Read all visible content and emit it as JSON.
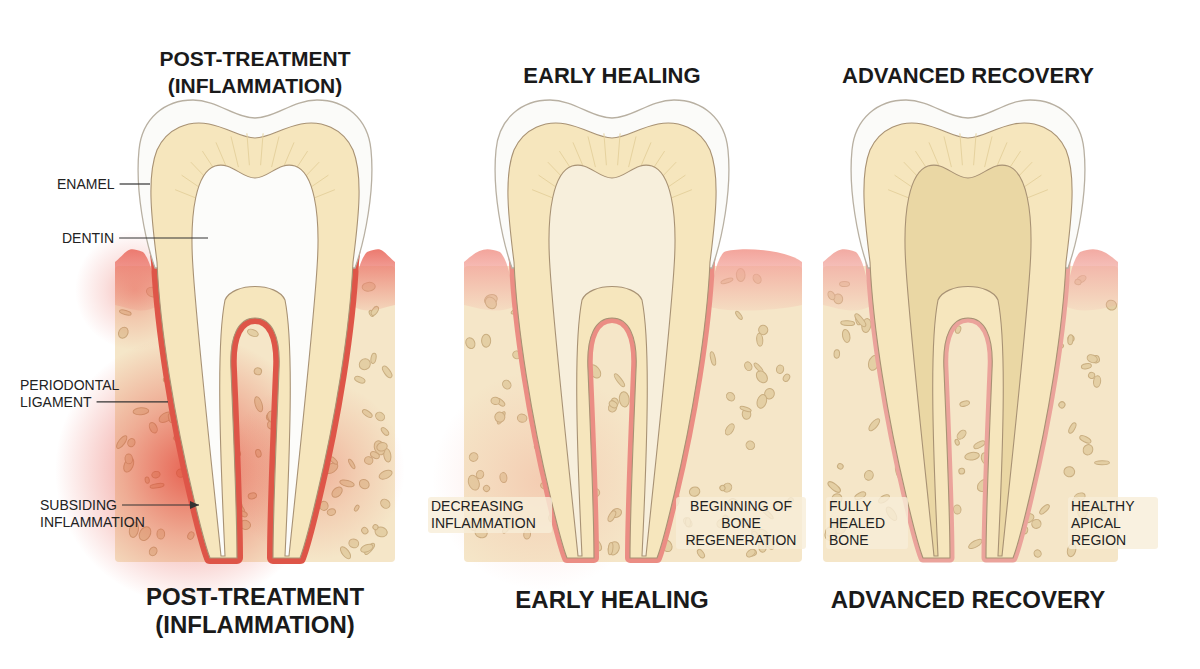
{
  "diagram": {
    "labels": [
      "POST-TREATMENT (INFLAMMATION)",
      "EARLY HEALING",
      "ADVANCED RECOVERY",
      "ENAMEL",
      "DENTIN",
      "PERIODONTAL LIGAMENT",
      "SUBSIDING INFLAMMATION",
      "DECREASING INFLAMMATION",
      "BEGINNING OF BONE REGENERATION",
      "FULLY HEALED BONE",
      "HEALTHY APICAL REGION",
      "POST-TREATMENT (INFLAMMATION)",
      "EARLY HEALING",
      "ADVANCED RECOVERY"
    ]
  }
}
